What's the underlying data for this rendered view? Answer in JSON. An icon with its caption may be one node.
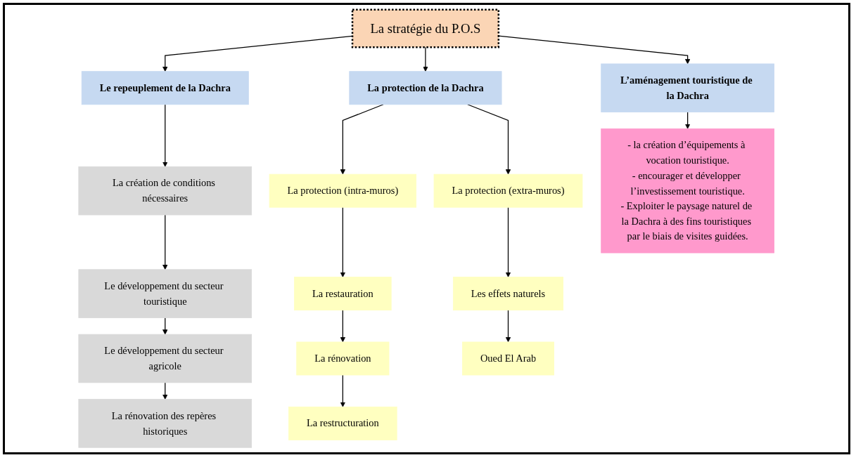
{
  "diagram": {
    "nodes": [
      {
        "text": [
          "La stratégie du P.O.S"
        ]
      },
      {
        "text": [
          "Le repeuplement de la Dachra"
        ]
      },
      {
        "text": [
          "La protection de la Dachra"
        ]
      },
      {
        "text": [
          "L’aménagement touristique de la Dachra"
        ]
      },
      {
        "text": [
          "La création de conditions nécessaires"
        ]
      },
      {
        "text": [
          "Le développement du secteur touristique"
        ]
      },
      {
        "text": [
          "Le développement du secteur agricole"
        ]
      },
      {
        "text": [
          "La rénovation des repères historiques"
        ]
      },
      {
        "text": [
          "La protection (intra-muros)"
        ]
      },
      {
        "text": [
          "La restauration"
        ]
      },
      {
        "text": [
          "La rénovation"
        ]
      },
      {
        "text": [
          "La restructuration"
        ]
      },
      {
        "text": [
          "La protection (extra-muros)"
        ]
      },
      {
        "text": [
          "Les effets naturels"
        ]
      },
      {
        "text": [
          "Oued El Arab"
        ]
      },
      {
        "text": [
          "- la création d’équipements à vocation touristique.",
          "- encourager et développer l’investissement touristique.",
          "- Exploiter le paysage naturel de la Dachra à des fins touristiques par le biais de visites guidées."
        ]
      }
    ],
    "edges": [
      {
        "from": 0,
        "to": 1,
        "arrow": "to"
      },
      {
        "from": 0,
        "to": 2,
        "arrow": "to"
      },
      {
        "from": 0,
        "to": 3,
        "arrow": "to"
      },
      {
        "from": 1,
        "to": 4,
        "arrow": "to"
      },
      {
        "from": 4,
        "to": 5,
        "arrow": "to"
      },
      {
        "from": 5,
        "to": 6,
        "arrow": "to"
      },
      {
        "from": 6,
        "to": 7,
        "arrow": "to"
      },
      {
        "from": 2,
        "to": 8,
        "arrow": "to"
      },
      {
        "from": 2,
        "to": 12,
        "arrow": "to"
      },
      {
        "from": 8,
        "to": 9,
        "arrow": "to"
      },
      {
        "from": 9,
        "to": 10,
        "arrow": "to"
      },
      {
        "from": 10,
        "to": 11,
        "arrow": "to"
      },
      {
        "from": 12,
        "to": 13,
        "arrow": "to"
      },
      {
        "from": 13,
        "to": 14,
        "arrow": "to"
      },
      {
        "from": 3,
        "to": 15,
        "arrow": "to"
      }
    ]
  }
}
